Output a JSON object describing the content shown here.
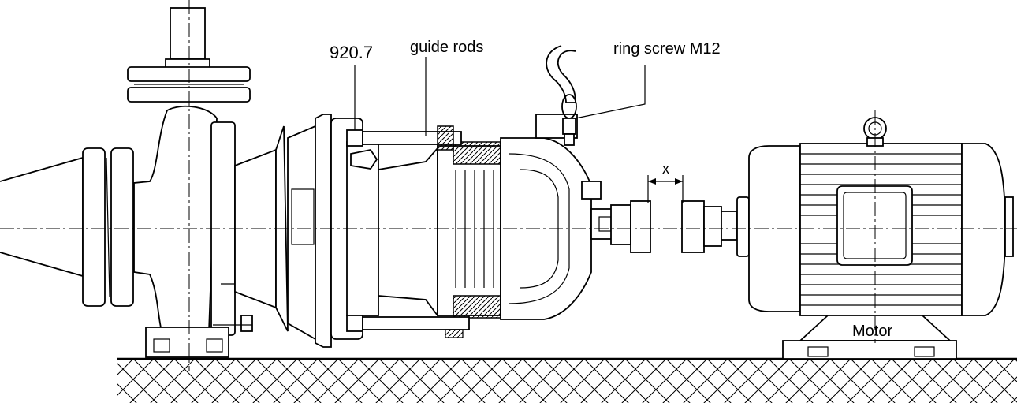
{
  "labels": {
    "part_number": "920.7",
    "guide_rods": "guide rods",
    "ring_screw": "ring screw M12",
    "gap": "x",
    "motor": "Motor"
  }
}
